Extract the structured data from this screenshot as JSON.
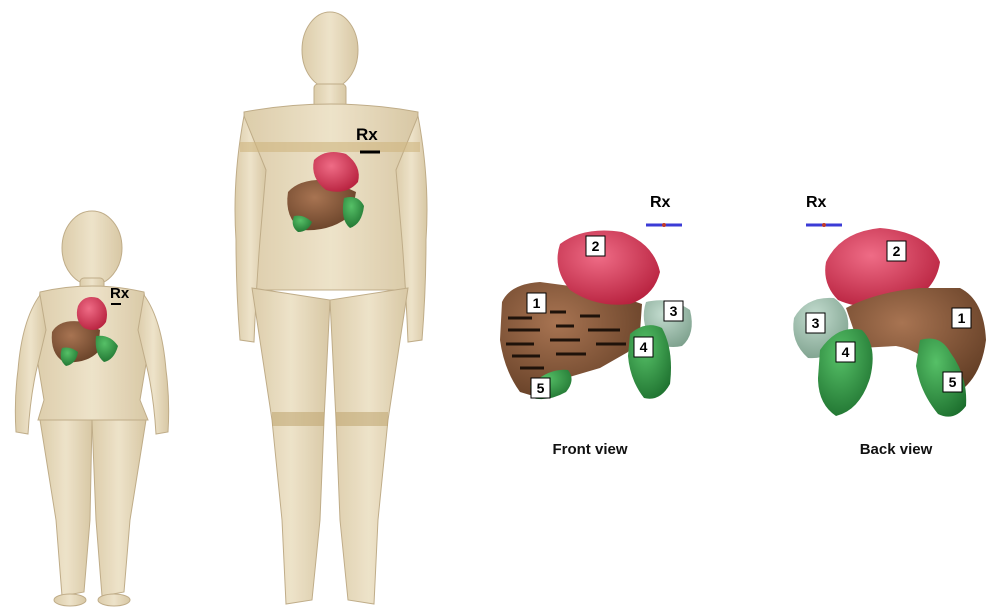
{
  "child_figure": {
    "rx_label": "Rx"
  },
  "adult_figure": {
    "rx_label": "Rx"
  },
  "front_view": {
    "rx_label": "Rx",
    "caption": "Front view",
    "organs": [
      {
        "id": "1",
        "color": "#8a5a3a"
      },
      {
        "id": "2",
        "color": "#d83a5c"
      },
      {
        "id": "3",
        "color": "#9cc4b0"
      },
      {
        "id": "4",
        "color": "#2f9a45"
      },
      {
        "id": "5",
        "color": "#2f9a45"
      }
    ]
  },
  "back_view": {
    "rx_label": "Rx",
    "caption": "Back view",
    "organs": [
      {
        "id": "1",
        "color": "#8a5a3a"
      },
      {
        "id": "2",
        "color": "#d83a5c"
      },
      {
        "id": "3",
        "color": "#9cc4b0"
      },
      {
        "id": "4",
        "color": "#2f9a45"
      },
      {
        "id": "5",
        "color": "#2f9a45"
      }
    ]
  },
  "colors": {
    "body_tone": "#e2d3b1",
    "body_outline": "#b9a47c",
    "liver": "#8a5a3a",
    "heart": "#d83a5c",
    "lung_green": "#2f9a45",
    "pale_green": "#9cc4b0",
    "rx_marker": "#3b3bd6"
  }
}
